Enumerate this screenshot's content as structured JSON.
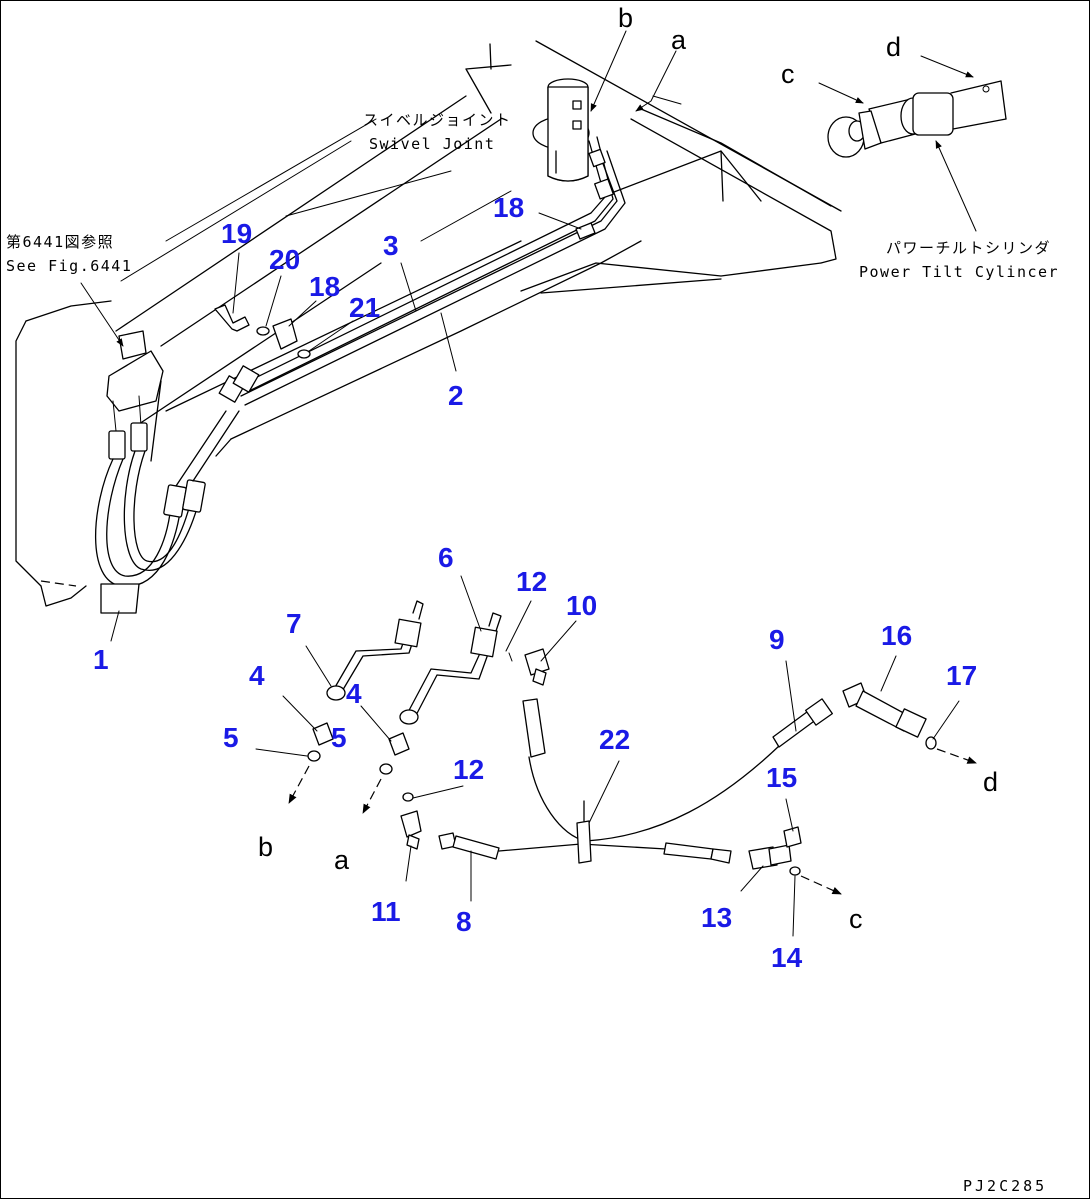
{
  "labels": {
    "swivel_jp": "スイベルジョイント",
    "swivel_en": "Swivel Joint",
    "seefig_jp": "第6441図参照",
    "seefig_en": "See Fig.6441",
    "cyl_jp": "パワーチルトシリンダ",
    "cyl_en": "Power Tilt Cylincer",
    "drawing_code": "PJ2C285"
  },
  "letters": {
    "a": "a",
    "b": "b",
    "c": "c",
    "d": "d"
  },
  "parts": {
    "p1": "1",
    "p2": "2",
    "p3": "3",
    "p4": "4",
    "p5": "5",
    "p6": "6",
    "p7": "7",
    "p8": "8",
    "p9": "9",
    "p10": "10",
    "p11": "11",
    "p12": "12",
    "p13": "13",
    "p14": "14",
    "p15": "15",
    "p16": "16",
    "p17": "17",
    "p18": "18",
    "p19": "19",
    "p20": "20",
    "p21": "21",
    "p22": "22"
  },
  "colors": {
    "callout": "#1a1ae6",
    "line": "#000000",
    "background": "#ffffff"
  }
}
